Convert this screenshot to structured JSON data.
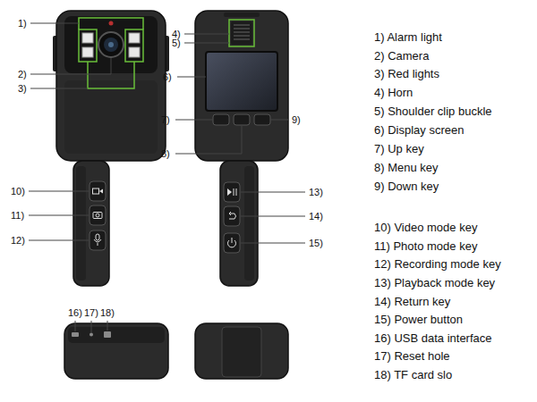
{
  "diagram": {
    "labels": [
      "1)",
      "2)",
      "3)",
      "4)",
      "5)",
      "6)",
      "7)",
      "8)",
      "9)",
      "10)",
      "11)",
      "12)",
      "13)",
      "14)",
      "15)",
      "16)",
      "17)",
      "18)",
      "1) Alarm light",
      "2) Camera",
      "3) Red lights",
      "4) Horn",
      "5) Shoulder clip buckle",
      "6) Display screen",
      "7) Up key",
      "8) Menu key",
      "9) Down key",
      "10) Video mode key",
      "11) Photo mode key",
      "12) Recording mode key",
      "13) Playback mode key",
      "14) Return key",
      "15) Power button",
      "16) USB data interface",
      "17) Reset hole",
      "18) TF card slo"
    ]
  }
}
